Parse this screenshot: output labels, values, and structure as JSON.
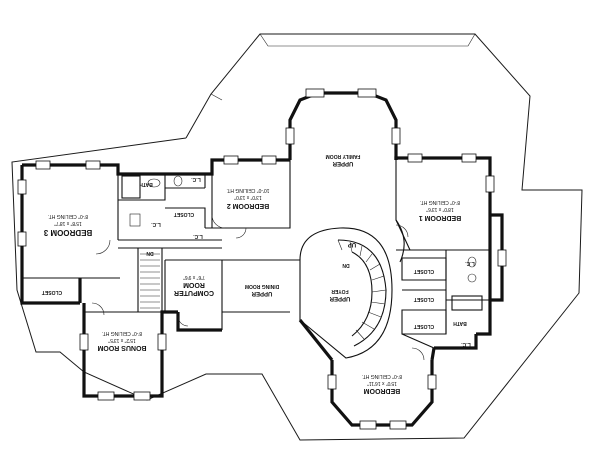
{
  "rooms": {
    "bedroom3": {
      "name": "BEDROOM 3",
      "dims": "15'8\" x 18'7\"",
      "ceiling": "8'-0\" CEILING HT."
    },
    "bedroom2": {
      "name": "BEDROOM 2",
      "dims": "13'0\" x 13'0\"",
      "ceiling": "10'-0\" CEILING HT."
    },
    "upper_family_room": {
      "line1": "UPPER",
      "line2": "FAMILY ROOM"
    },
    "bedroom1": {
      "name": "BEDROOM 1",
      "dims": "18'0\" x 13'6\"",
      "ceiling": "8'-0\" CEILING HT."
    },
    "computer_room": {
      "line1": "COMPUTER",
      "line2": "ROOM",
      "dims": "7'6\" x 9'6\""
    },
    "upper_dining_room": {
      "line1": "UPPER",
      "line2": "DINING ROOM"
    },
    "upper_foyer": {
      "line1": "UPPER",
      "line2": "FOYER"
    },
    "bonus_room": {
      "name": "BONUS ROOM",
      "dims": "15'2\" x 13'5\"",
      "ceiling": "8'-0\" CEILING HT."
    },
    "bedroom_front": {
      "name": "BEDROOM",
      "dims": "15'0\" x 16'11\"",
      "ceiling": "8'-0\" CEILING HT."
    }
  },
  "labels": {
    "bath_top": "BATH",
    "lc_top": "L.C.",
    "closet_b2": "CLOSET",
    "lc_b2": "L.C.",
    "lc_hall": "L.C.",
    "closet_b3": "CLOSET",
    "closet_b1": "CLOSET",
    "lc_b1": "L.C.",
    "closet_mid": "CLOSET",
    "closet_low": "CLOSET",
    "bath_right": "BATH",
    "lc_low": "L.C.",
    "up": "UP",
    "dn": "DN",
    "dn_stair": "DN"
  }
}
